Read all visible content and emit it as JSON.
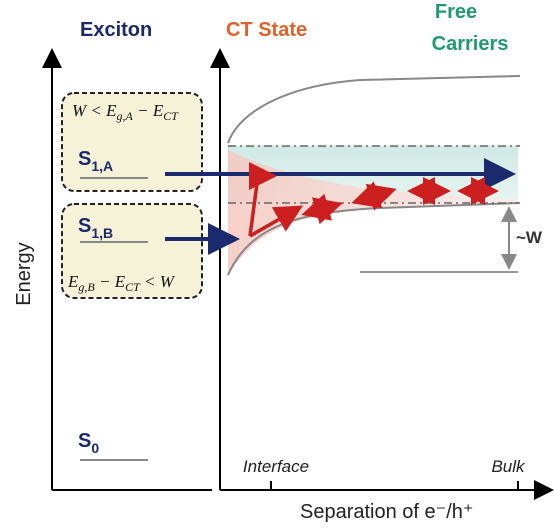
{
  "headers": {
    "exciton": "Exciton",
    "ct_state": "CT State",
    "free_carriers_line1": "Free",
    "free_carriers_line2": "Carriers"
  },
  "levels": {
    "s1a_main": "S",
    "s1a_sub": "1,A",
    "s1b_main": "S",
    "s1b_sub": "1,B",
    "s0_main": "S",
    "s0_sub": "0"
  },
  "conditions": {
    "upper": {
      "pre": "W < E",
      "sub1": "g,A",
      "mid": " − E",
      "sub2": "CT"
    },
    "lower": {
      "pre": "E",
      "sub1": "g,B",
      "mid": " − E",
      "sub2": "CT",
      "post": " < W"
    }
  },
  "axes": {
    "y_label": "Energy",
    "x_label": "Separation of e⁻/h⁺",
    "tick_interface": "Interface",
    "tick_bulk": "Bulk"
  },
  "annotation": {
    "width_label": "~W"
  },
  "colors": {
    "exciton_header": "#1a2a6c",
    "ct_header": "#e0622a",
    "free_header": "#1f9a6e",
    "arrow_blue": "#1a2a6c",
    "arrow_red": "#cc1f1f",
    "band_teal": "#cfe9e4",
    "band_pink": "#f6d2cc",
    "box_fill": "#f5f2d8"
  }
}
